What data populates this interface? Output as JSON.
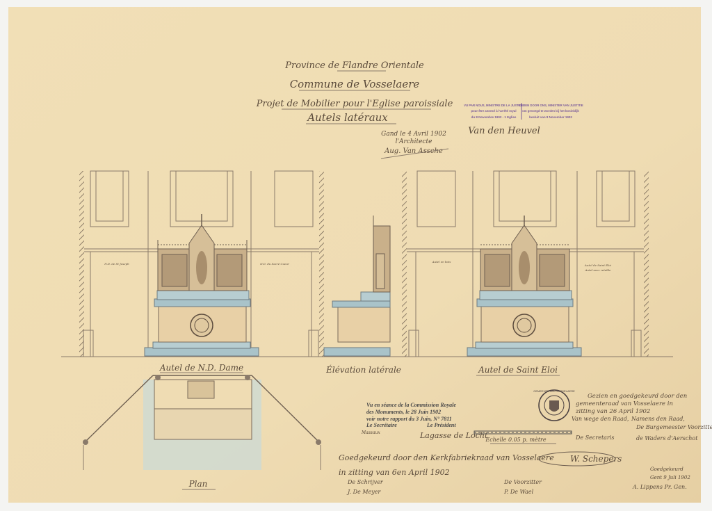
{
  "title_block": {
    "province": "Province de Flandre Orientale",
    "commune": "Commune de Vosselaere",
    "project": "Projet de Mobilier pour l'Eglise paroissiale",
    "subject": "Autels latéraux"
  },
  "architect": {
    "place_date": "Gand le 4 Avril 1902",
    "role": "l'Architecte",
    "signature": "Aug. Van Assche"
  },
  "ministry_stamp": {
    "fr_line1": "VU PAR NOUS, MINISTRE DE LA JUSTICE",
    "fr_line2": "pour être annexé à l'arrêté royal",
    "fr_line3": "du 8 Novembre 1902 - 1 Eglise",
    "nl_line1": "GEZIEN DOOR ONS, MINISTER VAN JUSTITIE",
    "nl_line2": "om gevoegd te worden bij het koninklijk",
    "nl_line3": "besluit van 8 November 1902",
    "signature": "Van den Heuvel"
  },
  "captions": {
    "left": "Autel de N.D. Dame",
    "middle": "Élévation latérale",
    "right": "Autel de Saint Eloi",
    "plan": "Plan",
    "scale": "Echelle 0.05 p. mètre"
  },
  "annotations": {
    "left_a": "N.D. de St Joseph",
    "left_b": "N.D. du Sacré Coeur",
    "side": "Autel en bois",
    "right_a": "Autel de Saint Eloi",
    "right_b": "Autel avec retable"
  },
  "commission": {
    "line1": "Vu en séance de la Commission Royale",
    "line2": "des Monuments, le 28 Juin 1902",
    "line3": "voir notre rapport du 3 Juin, N° 7811",
    "secretary_label": "Le Secrétaire",
    "president_label": "Le Président",
    "secretary_sig": "Massaux",
    "president_sig": "Lagasse de Locht"
  },
  "kerkfabriek": {
    "line1": "Goedgekeurd door den Kerkfabriekraad van Vosselaere",
    "line2": "in zitting van 6en April 1902",
    "secretary": "De Schrijver",
    "secretary_name": "J. De Meyer",
    "president": "De Voorzitter",
    "president_name": "P. De Wael"
  },
  "gemeente": {
    "line1": "Gezien en goedgekeurd door den",
    "line2": "gemeenteraad van Vosselaere in",
    "line3": "zitting van 26 April 1902",
    "line4": "Van wege den Raad,",
    "line5": "Namens den Raad,",
    "line6": "De Burgemeester Voorzitter",
    "secretary": "De Secretaris",
    "line7": "de Waders d'Aerschot",
    "signature": "W. Schepers"
  },
  "approval": {
    "line1": "Goedgekeurd",
    "line2": "Gent 9 Juli 1902",
    "signature": "A. Lippens Pr. Gen."
  },
  "seal": {
    "text": "GEMEENTE VAN VOSSELAERE"
  },
  "colors": {
    "paper": "#efdcb3",
    "wash_blue": "#a9c3c9",
    "wash_tan": "#e8d0a6",
    "stamp_purple": "#7a5a9a"
  }
}
